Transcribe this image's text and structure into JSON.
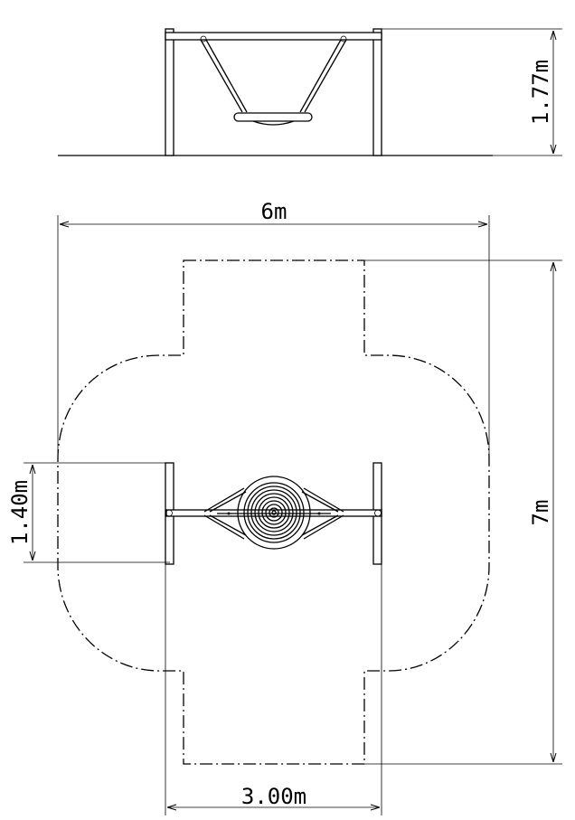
{
  "dimensions": {
    "height_label": "1.77m",
    "total_width_label": "6m",
    "total_depth_label": "7m",
    "seat_width_label": "1.40m",
    "frame_width_label": "3.00m"
  }
}
